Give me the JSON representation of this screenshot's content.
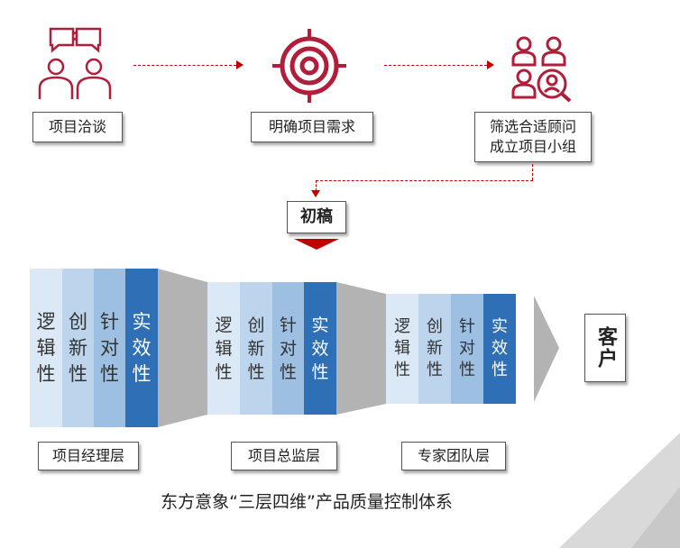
{
  "steps": {
    "negotiate": "项目洽谈",
    "requirements": "明确项目需求",
    "team_line1": "筛选合适顾问",
    "team_line2": "成立项目小组"
  },
  "draft": "初稿",
  "groups": [
    {
      "columns": [
        "逻辑性",
        "创新性",
        "针对性",
        "实效性"
      ],
      "label": "项目经理层"
    },
    {
      "columns": [
        "逻辑性",
        "创新性",
        "针对性",
        "实效性"
      ],
      "label": "项目总监层"
    },
    {
      "columns": [
        "逻辑性",
        "创新性",
        "针对性",
        "实效性"
      ],
      "label": "专家团队层"
    }
  ],
  "customer": "客户",
  "caption": "东方意象“三层四维”产品质量控制体系",
  "colors": {
    "accent": "#b01e3a",
    "arrow_red": "#c00000",
    "col1": "#dbe8f5",
    "col2": "#bcd4ec",
    "col3": "#9dbfe2",
    "col4": "#2e6fb5",
    "funnel_gray": "#b3b3b3"
  },
  "icons": [
    "negotiation-people-icon",
    "target-icon",
    "team-search-icon"
  ]
}
